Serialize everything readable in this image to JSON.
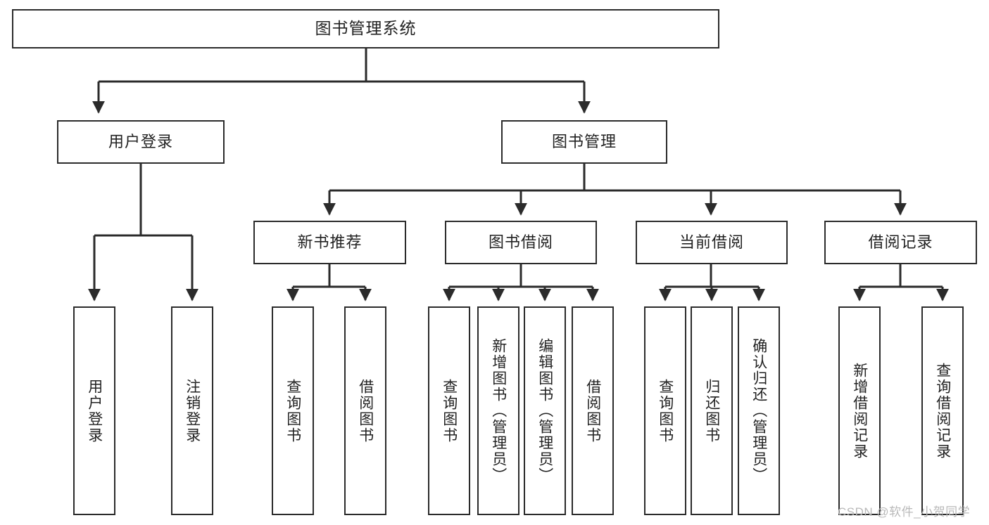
{
  "diagram": {
    "title": "图书管理系统",
    "watermark": "CSDN @软件_小贺同学",
    "line_color": "#2b2b2b",
    "text_color": "#222222",
    "background": "#ffffff",
    "root": {
      "label": "图书管理系统"
    },
    "level2": [
      {
        "id": "user-login",
        "label": "用户登录"
      },
      {
        "id": "book-manage",
        "label": "图书管理"
      }
    ],
    "level3": [
      {
        "id": "new-book-recommend",
        "label": "新书推荐"
      },
      {
        "id": "book-borrow",
        "label": "图书借阅"
      },
      {
        "id": "current-borrow",
        "label": "当前借阅"
      },
      {
        "id": "borrow-record",
        "label": "借阅记录"
      }
    ],
    "leaves": {
      "user_login": [
        {
          "id": "leaf-user-login",
          "label": "用户登录"
        },
        {
          "id": "leaf-user-logout",
          "label": "注销登录"
        }
      ],
      "new_book_recommend": [
        {
          "id": "leaf-query-book-1",
          "label": "查询图书"
        },
        {
          "id": "leaf-borrow-book-1",
          "label": "借阅图书"
        }
      ],
      "book_borrow": [
        {
          "id": "leaf-query-book-2",
          "label": "查询图书"
        },
        {
          "id": "leaf-add-book",
          "label": "新增图书（管理员）"
        },
        {
          "id": "leaf-edit-book",
          "label": "编辑图书（管理员）"
        },
        {
          "id": "leaf-borrow-book-2",
          "label": "借阅图书"
        }
      ],
      "current_borrow": [
        {
          "id": "leaf-query-book-3",
          "label": "查询图书"
        },
        {
          "id": "leaf-return-book",
          "label": "归还图书"
        },
        {
          "id": "leaf-confirm-return",
          "label": "确认归还（管理员）"
        }
      ],
      "borrow_record": [
        {
          "id": "leaf-add-record",
          "label": "新增借阅记录"
        },
        {
          "id": "leaf-query-record",
          "label": "查询借阅记录"
        }
      ]
    }
  }
}
